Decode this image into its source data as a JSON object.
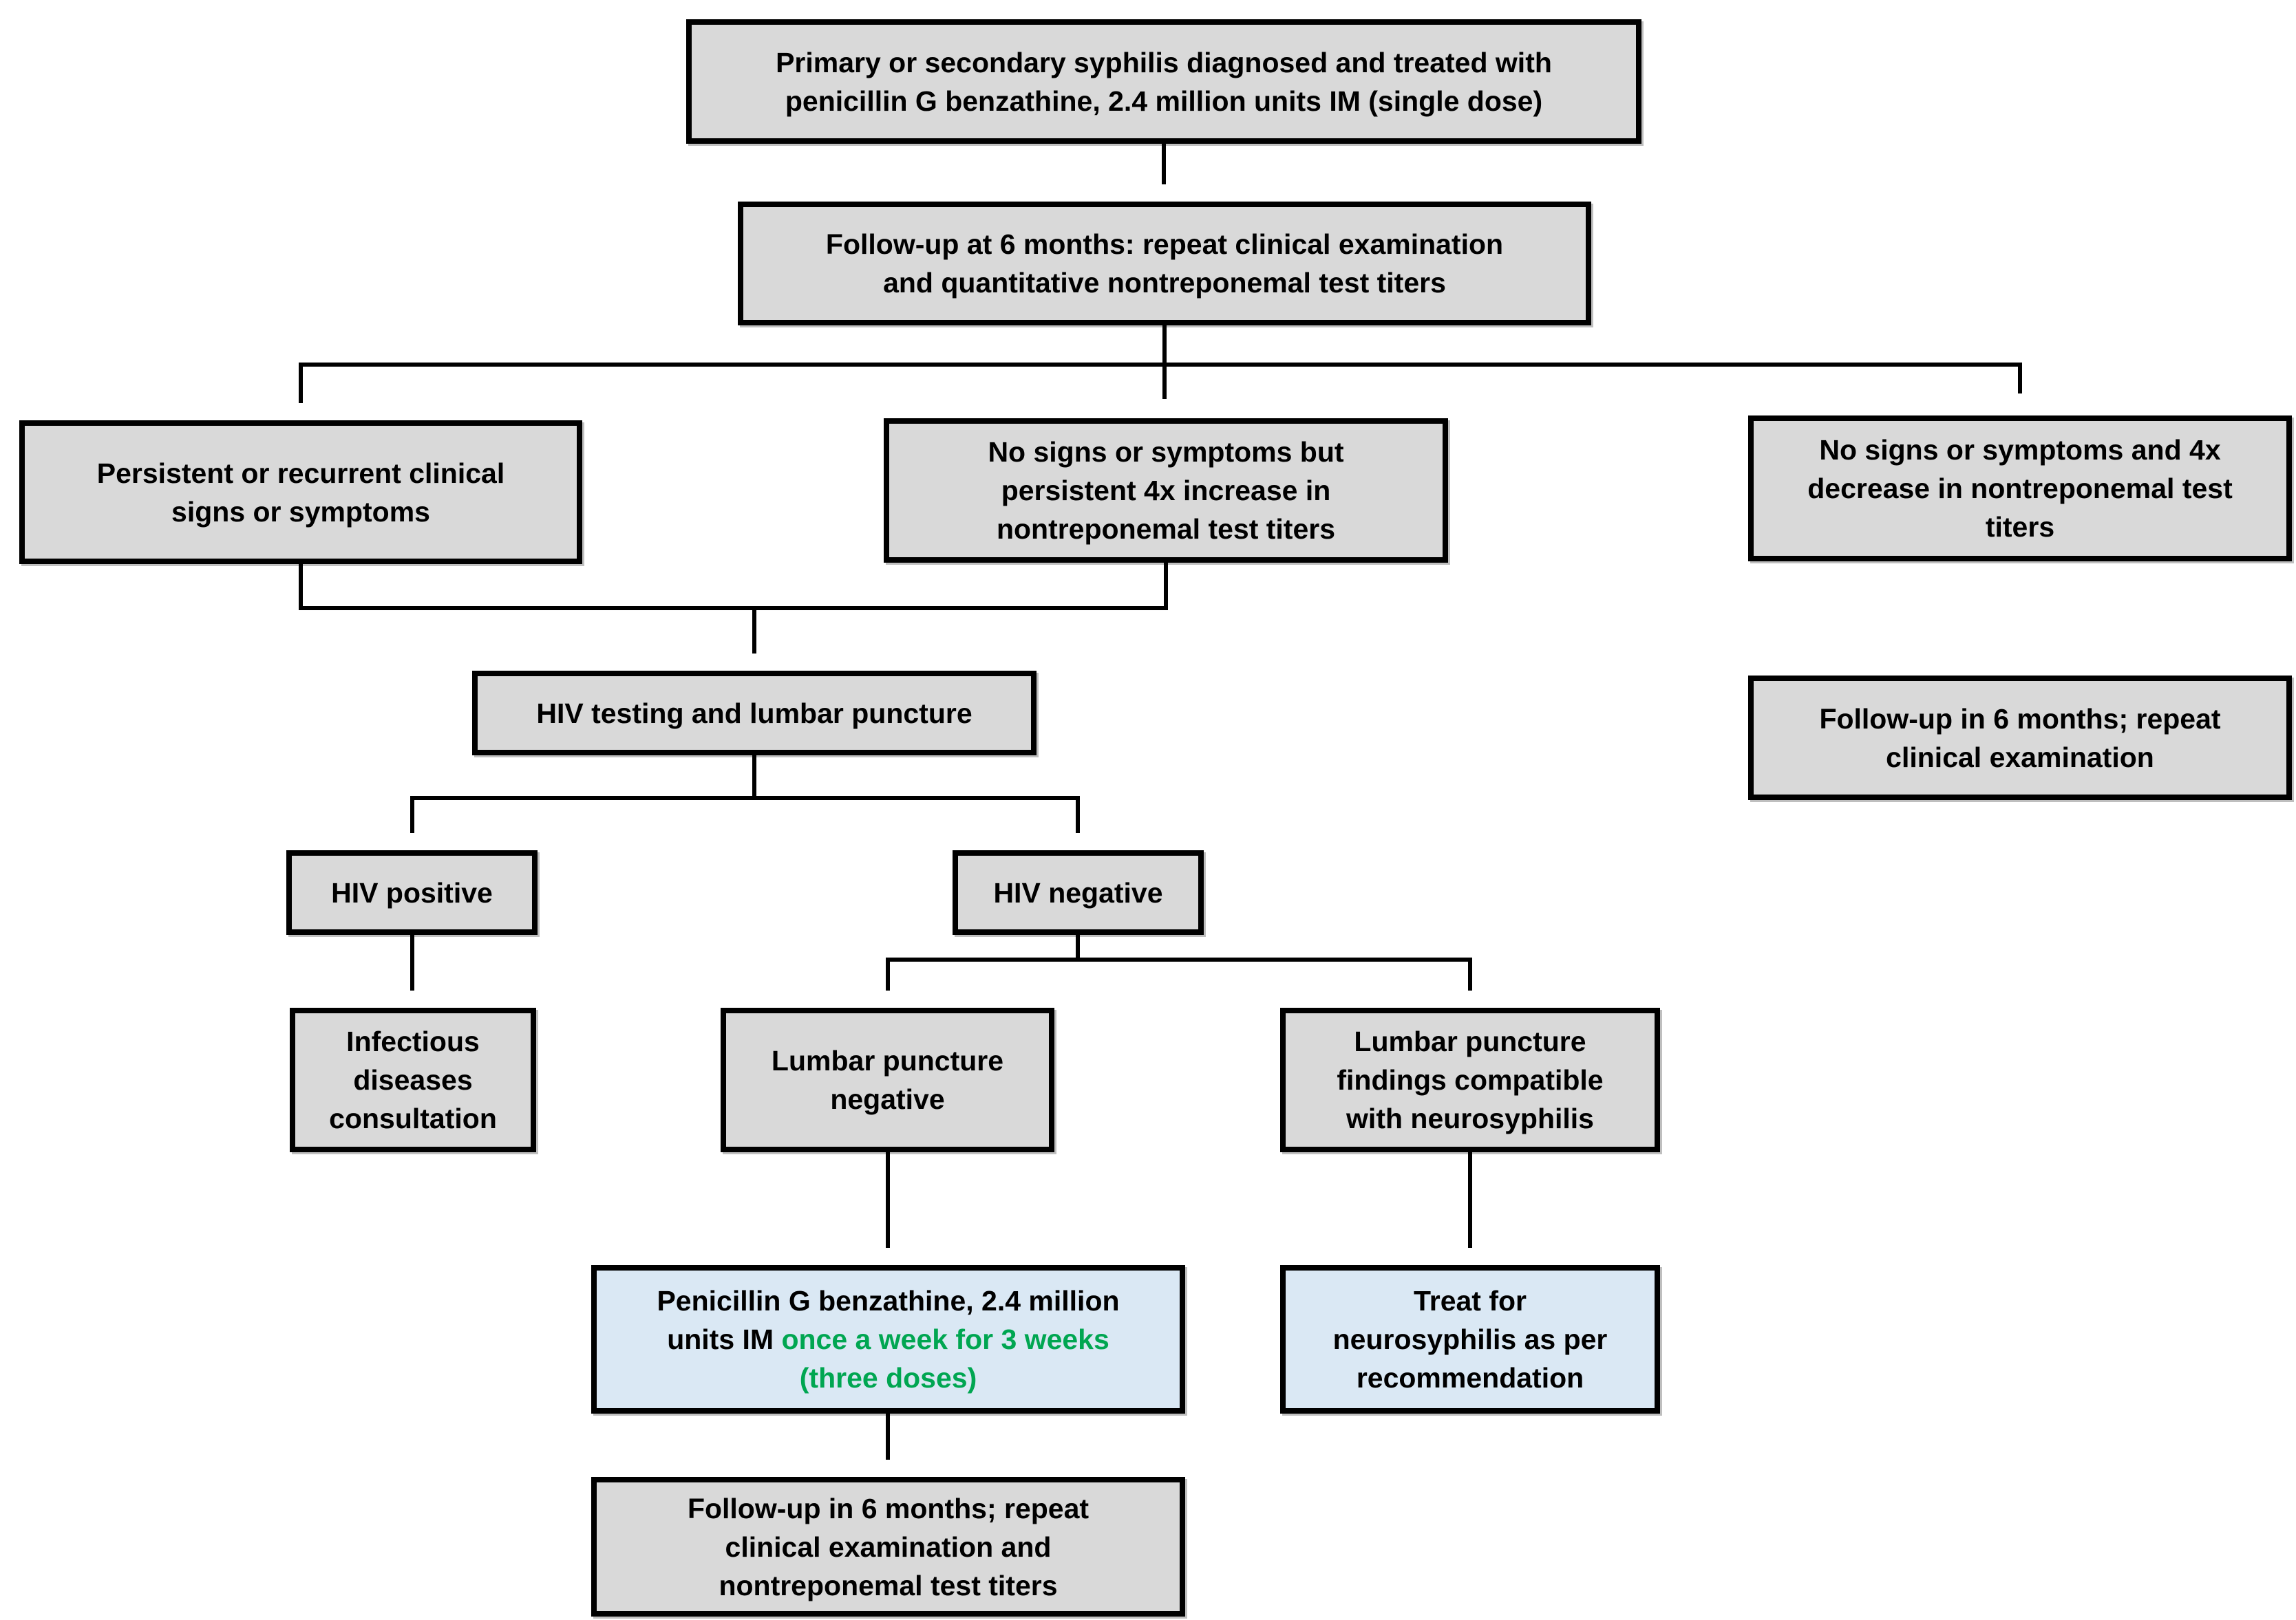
{
  "colors": {
    "background": "#ffffff",
    "box_fill": "#d9d9d9",
    "highlight_fill": "#dae8f4",
    "border": "#000000",
    "arrow": "#000000",
    "text": "#000000",
    "green_text": "#00a651"
  },
  "nodes": {
    "start": {
      "text": "Primary or secondary syphilis diagnosed and treated with\npenicillin G benzathine, 2.4 million units IM (single dose)"
    },
    "followup6": {
      "text": "Follow-up at 6 months: repeat clinical examination\nand quantitative nontreponemal test titers"
    },
    "persistent": {
      "text": "Persistent or recurrent clinical\nsigns or symptoms"
    },
    "no_signs_increase": {
      "text": "No signs or symptoms but\npersistent 4x increase in\nnontreponemal test titers"
    },
    "no_signs_decrease": {
      "text": "No signs or symptoms and 4x\ndecrease in nontreponemal test\ntiters"
    },
    "hiv_lp": {
      "text": "HIV testing and lumbar puncture"
    },
    "followup_repeat_exam": {
      "text": "Follow-up in 6 months; repeat\nclinical examination"
    },
    "hiv_positive": {
      "text": "HIV positive"
    },
    "hiv_negative": {
      "text": "HIV negative"
    },
    "id_consult": {
      "text": "Infectious\ndiseases\nconsultation"
    },
    "lp_negative": {
      "text": "Lumbar puncture\nnegative"
    },
    "lp_neuro": {
      "text": "Lumbar puncture\nfindings compatible\nwith neurosyphilis"
    },
    "penicillin_3wk": {
      "text_black": "Penicillin G benzathine, 2.4 million\nunits IM ",
      "text_green": "once a week for 3 weeks\n(three doses)"
    },
    "treat_neuro": {
      "text": "Treat for\nneurosyphilis as per\nrecommendation"
    },
    "followup_titers": {
      "text": "Follow-up in 6 months; repeat\nclinical examination and\nnontreponemal test titers"
    }
  },
  "edges": [
    {
      "from": "start",
      "to": "followup6"
    },
    {
      "from": "followup6",
      "to": "persistent"
    },
    {
      "from": "followup6",
      "to": "no_signs_increase"
    },
    {
      "from": "followup6",
      "to": "no_signs_decrease"
    },
    {
      "from": "persistent",
      "to": "hiv_lp"
    },
    {
      "from": "no_signs_increase",
      "to": "hiv_lp"
    },
    {
      "from": "hiv_lp",
      "to": "hiv_positive"
    },
    {
      "from": "hiv_lp",
      "to": "hiv_negative"
    },
    {
      "from": "hiv_positive",
      "to": "id_consult"
    },
    {
      "from": "hiv_negative",
      "to": "lp_negative"
    },
    {
      "from": "hiv_negative",
      "to": "lp_neuro"
    },
    {
      "from": "lp_negative",
      "to": "penicillin_3wk"
    },
    {
      "from": "lp_neuro",
      "to": "treat_neuro"
    },
    {
      "from": "penicillin_3wk",
      "to": "followup_titers"
    }
  ]
}
